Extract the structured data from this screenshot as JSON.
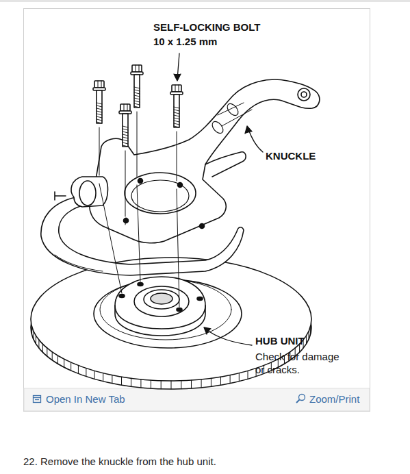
{
  "diagram": {
    "caption": "22. Remove the knuckle from the hub unit.",
    "labels": [
      "SELF-LOCKING BOLT",
      "10 x 1.25 mm",
      "KNUCKLE",
      "HUB UNIT",
      "Check for damage or cracks.",
      "Open In New Tab",
      "Zoom/Print"
    ]
  }
}
